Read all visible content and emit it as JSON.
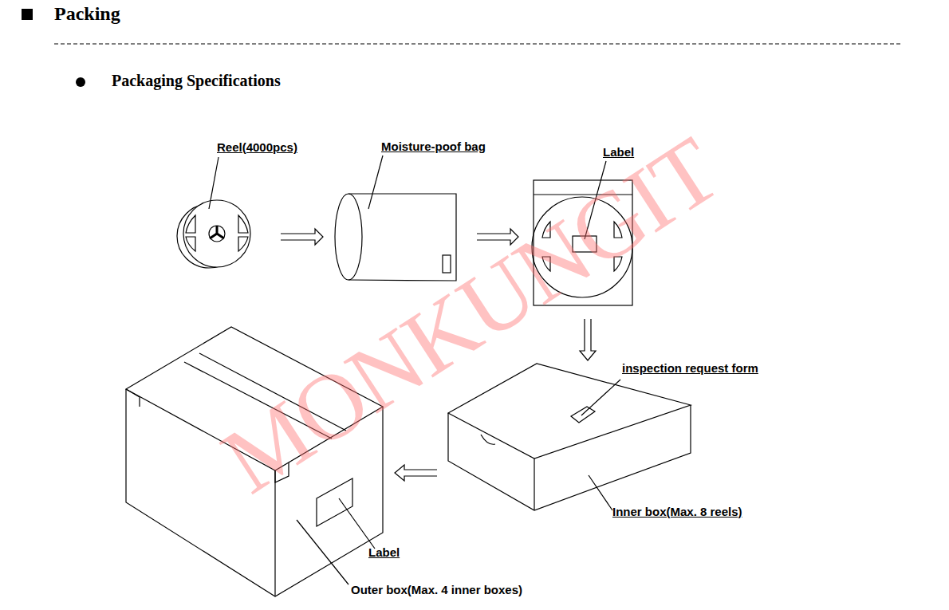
{
  "diagram": {
    "title": "Packing",
    "labels": [
      "Packaging Specifications",
      "Reel(4000pcs)",
      "Moisture-poof bag",
      "Label",
      "inspection request form",
      "Inner box(Max. 8 reels)",
      "Label",
      "Outer box(Max. 4 inner boxes)",
      "MONKUNGIT"
    ]
  }
}
